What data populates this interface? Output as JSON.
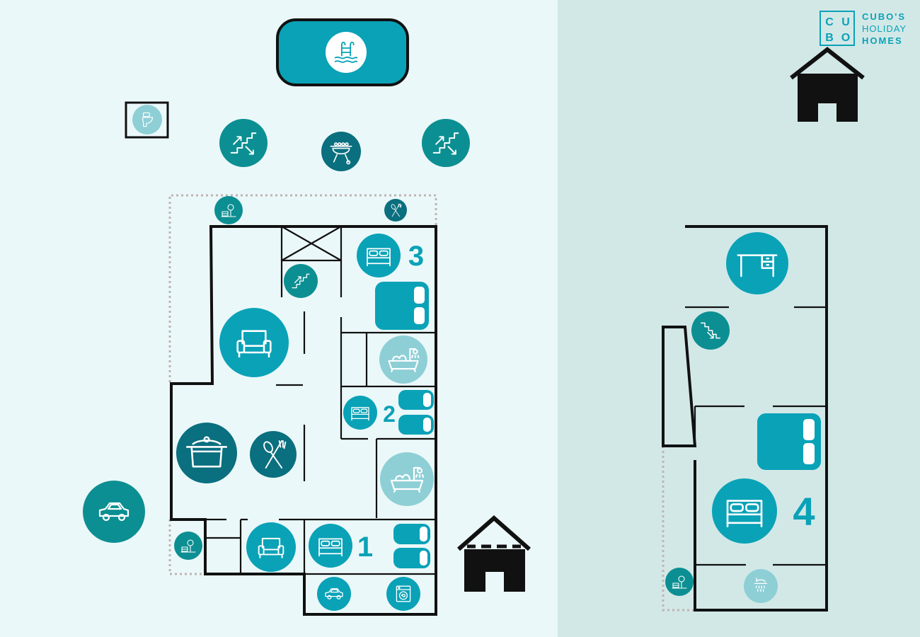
{
  "brand": {
    "logo_letters": [
      "C",
      "U",
      "B",
      "O"
    ],
    "name_lines": [
      "CUBO'S",
      "HOLIDAY",
      "HOMES"
    ]
  },
  "colors": {
    "background_ground": "#ebf8f9",
    "background_upper": "#d2e8e7",
    "teal": "#0aa2b7",
    "dark_teal": "#0c8f92",
    "light_teal": "#8ecfd6",
    "wall": "#111111",
    "dotted_boundary": "#bfb3b3"
  },
  "room_numbers": {
    "room_1": "1",
    "room_2": "2",
    "room_3": "3",
    "room_4": "4"
  },
  "icons": [
    "pool-icon",
    "toilet-icon",
    "stairs-icon",
    "bbq-icon",
    "garden-icon",
    "cutlery-icon",
    "bed-icon",
    "single-bed-icon",
    "armchair-icon",
    "bathtub-icon",
    "shower-icon",
    "pot-icon",
    "car-icon",
    "washing-machine-icon",
    "desk-icon",
    "house-icon"
  ]
}
